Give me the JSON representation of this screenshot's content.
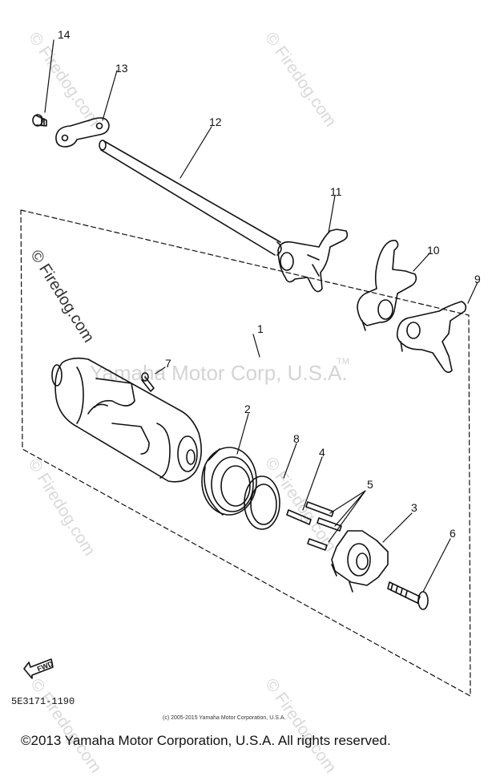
{
  "diagram": {
    "callouts": {
      "c1": "1",
      "c2": "2",
      "c3": "3",
      "c4": "4",
      "c5": "5",
      "c6": "6",
      "c7": "7",
      "c8": "8",
      "c9": "9",
      "c10": "10",
      "c11": "11",
      "c12": "12",
      "c13": "13",
      "c14": "14"
    },
    "fwd_label": "FWD",
    "part_code": "5E3171-1190",
    "small_copyright": "(c) 2005-2015 Yamaha Motor Corporation, U.S.A."
  },
  "watermarks": {
    "main": "Yamaha Motor Corp, U.S.A.",
    "tm": "TM",
    "site": "© Firedog.com"
  },
  "footer": {
    "copyright": "©2013 Yamaha Motor Corporation, U.S.A. All rights reserved."
  }
}
